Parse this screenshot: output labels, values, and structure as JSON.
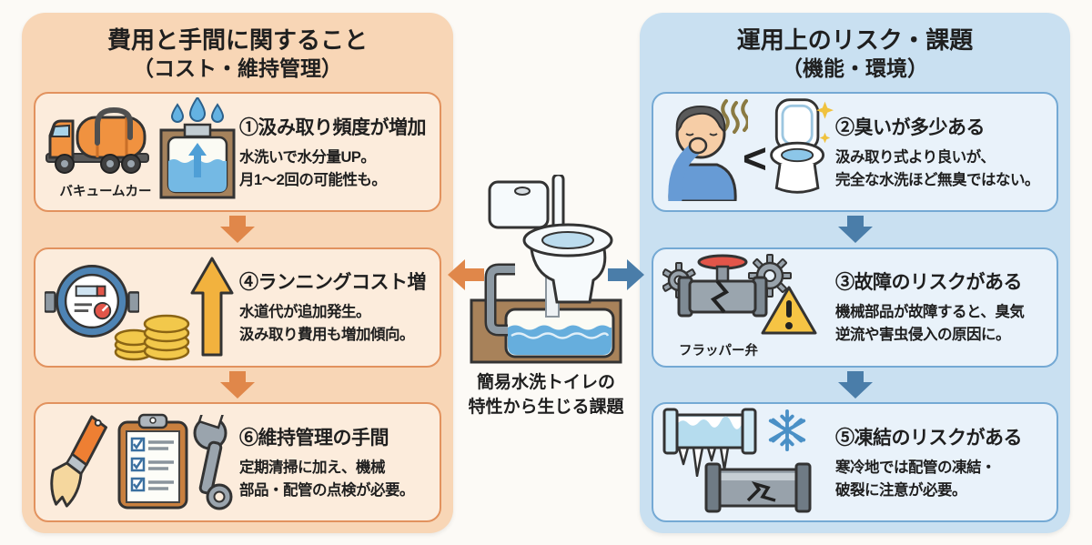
{
  "colors": {
    "page_bg": "#fcfaf6",
    "left_accent": "#e0874a",
    "left_panel_bg": "#f8d6b6",
    "left_card_bg": "#fcecdc",
    "left_card_border": "#e2925e",
    "right_accent": "#4a7da9",
    "right_panel_bg": "#c9e0f1",
    "right_card_bg": "#e9f2fa",
    "right_card_border": "#74a9d4"
  },
  "center": {
    "caption": "簡易水洗トイレの\n特性から生じる課題",
    "icons": [
      "simple-flush-toilet-cross-section-icon",
      "orange-left-arrow",
      "blue-right-arrow"
    ]
  },
  "left_panel": {
    "title_line1": "費用と手間に関すること",
    "title_line2": "（コスト・維持管理）",
    "cards": [
      {
        "title": "①汲み取り頻度が増加",
        "body": "水洗いで水分量UP。\n月1〜2回の可能性も。",
        "icon_label": "バキュームカー",
        "icons": [
          "vacuum-truck-icon",
          "septic-tank-water-icon",
          "water-drops-icon"
        ]
      },
      {
        "title": "④ランニングコスト増",
        "body": "水道代が追加発生。\n汲み取り費用も増加傾向。",
        "icons": [
          "water-meter-icon",
          "coins-icon",
          "up-arrow-icon"
        ]
      },
      {
        "title": "⑥維持管理の手間",
        "body": "定期清掃に加え、機械\n部品・配管の点検が必要。",
        "icons": [
          "brush-icon",
          "checklist-clipboard-icon",
          "wrench-icon"
        ]
      }
    ]
  },
  "right_panel": {
    "title_line1": "運用上のリスク・課題",
    "title_line2": "（機能・環境）",
    "cards": [
      {
        "title": "②臭いが多少ある",
        "body": "汲み取り式より良いが、\n完全な水洗ほど無臭ではない。",
        "less_than_sign": "<",
        "icons": [
          "man-pinching-nose-icon",
          "less-than-sign",
          "sparkling-toilet-icon"
        ]
      },
      {
        "title": "③故障のリスクがある",
        "body": "機械部品が故障すると、臭気\n逆流や害虫侵入の原因に。",
        "icon_label": "フラッパー弁",
        "icons": [
          "gears-icon",
          "broken-flapper-valve-icon",
          "warning-triangle-icon"
        ]
      },
      {
        "title": "⑤凍結のリスクがある",
        "body": "寒冷地では配管の凍結・\n破裂に注意が必要。",
        "icons": [
          "frozen-pipe-icon",
          "snowflake-icon",
          "cracked-pipe-icon"
        ]
      }
    ]
  }
}
